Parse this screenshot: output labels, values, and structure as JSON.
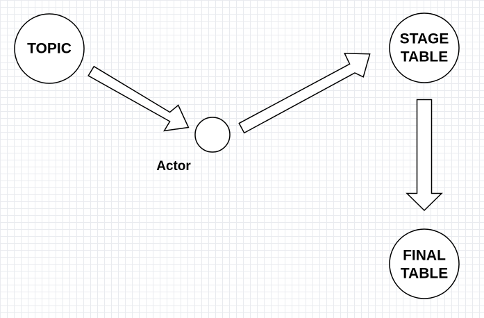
{
  "nodes": {
    "topic": {
      "label": "TOPIC"
    },
    "actor": {
      "label": "Actor"
    },
    "stage_table": {
      "label_line1": "STAGE",
      "label_line2": "TABLE"
    },
    "final_table": {
      "label_line1": "FINAL",
      "label_line2": "TABLE"
    }
  },
  "edges": [
    {
      "from": "topic",
      "to": "actor"
    },
    {
      "from": "actor",
      "to": "stage_table"
    },
    {
      "from": "stage_table",
      "to": "final_table"
    }
  ],
  "colors": {
    "stroke": "#000000",
    "fill": "#ffffff",
    "grid": "#e9ebef"
  }
}
